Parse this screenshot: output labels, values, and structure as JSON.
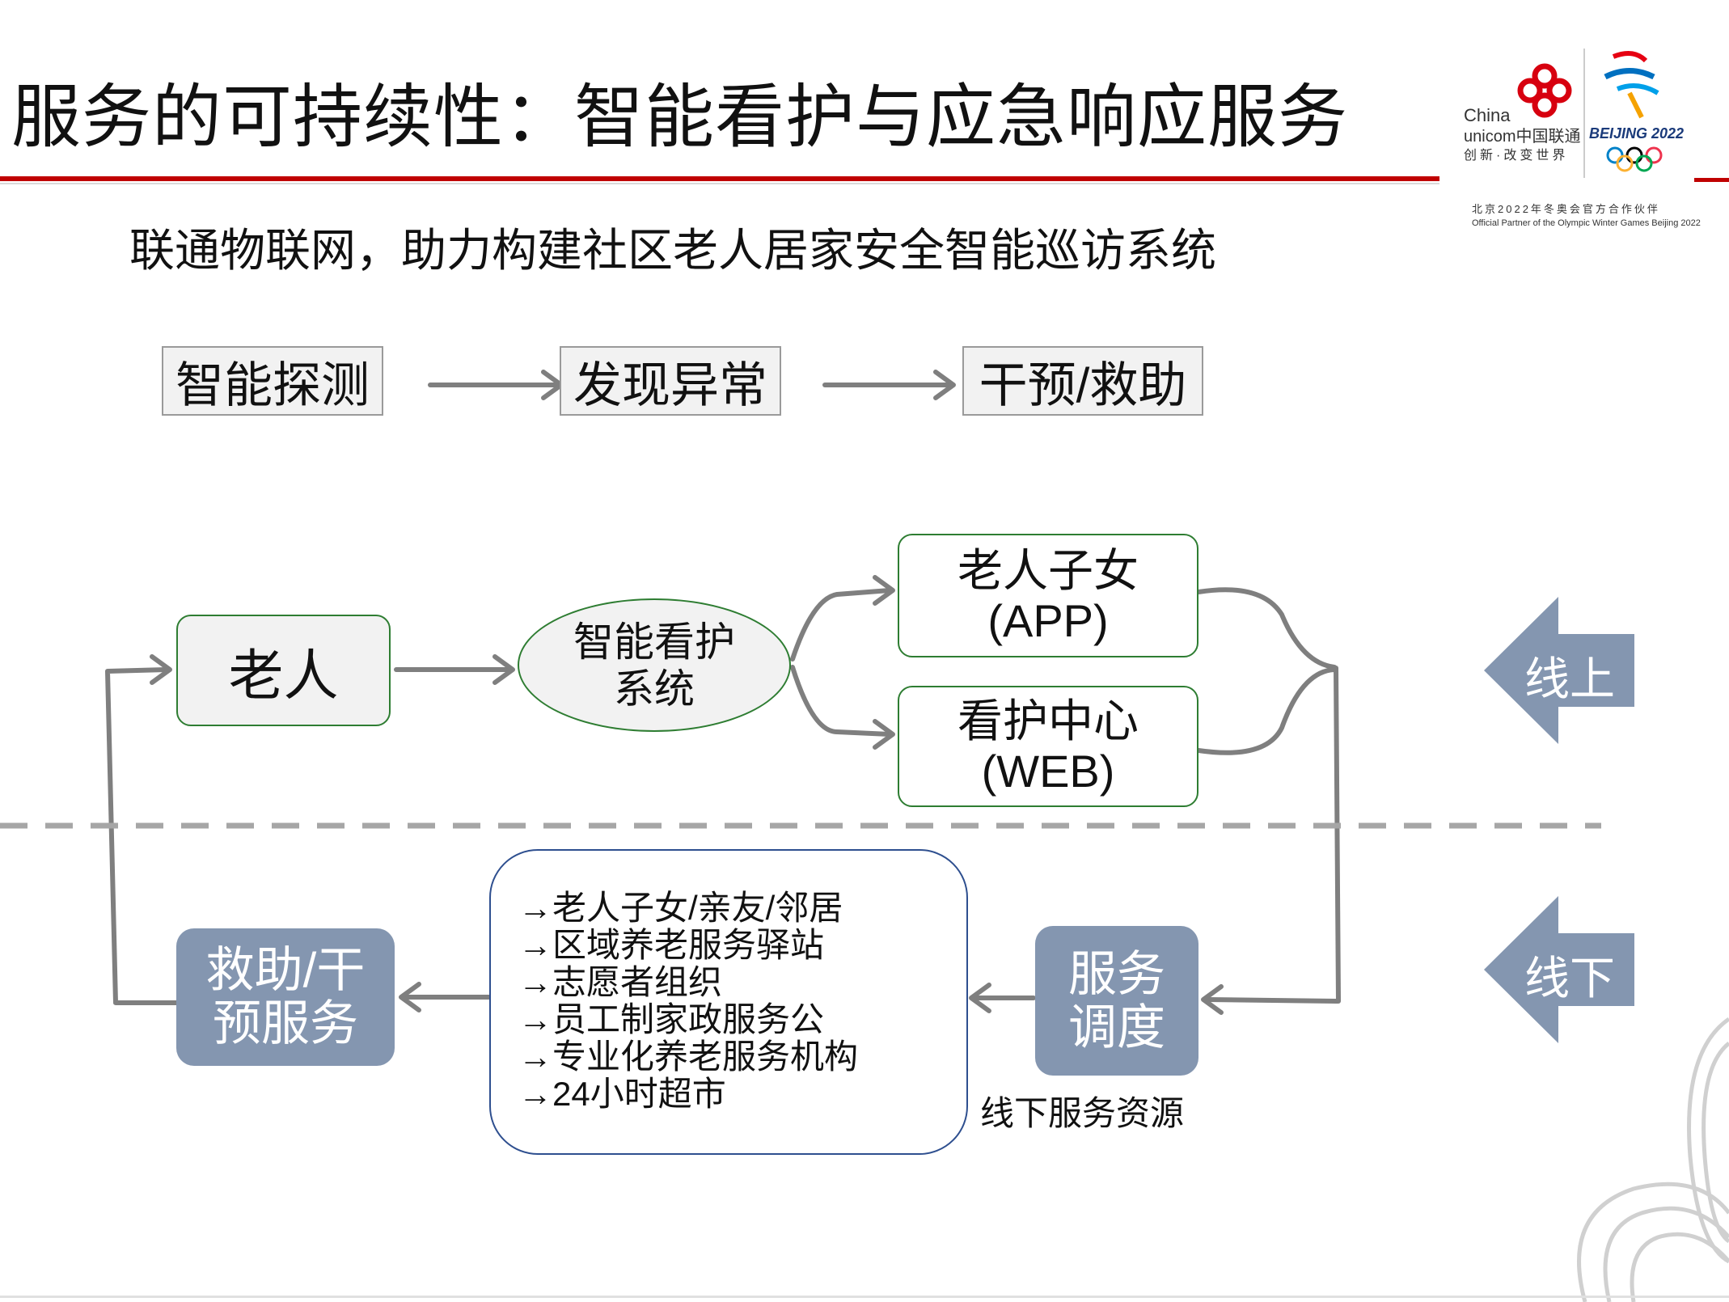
{
  "title": "服务的可持续性：智能看护与应急响应服务",
  "subtitle": "联通物联网，助力构建社区老人居家安全智能巡访系统",
  "steps": [
    "智能探测",
    "发现异常",
    "干预/救助"
  ],
  "nodes": {
    "elder": "老人",
    "system_line1": "智能看护",
    "system_line2": "系统",
    "children_line1": "老人子女",
    "children_line2": "(APP)",
    "center_line1": "看护中心",
    "center_line2": "(WEB)",
    "dispatch_line1": "服务",
    "dispatch_line2": "调度",
    "rescue_line1": "救助/干",
    "rescue_line2": "预服务"
  },
  "resources": [
    "→老人子女/亲友/邻居",
    "→区域养老服务驿站",
    "→志愿者组织",
    "→员工制家政服务公",
    "→专业化养老服务机构",
    "→24小时超市"
  ],
  "resources_caption": "线下服务资源",
  "zones": {
    "online": "线上",
    "offline": "线下"
  },
  "logo": {
    "unicom_en1": "China",
    "unicom_en2": "unicom中国联通",
    "unicom_slogan": "创新·改变世界",
    "beijing": "BEIJING 2022",
    "partner_cn": "北京2022年冬奥会官方合作伙伴",
    "partner_en": "Official Partner of the Olympic Winter Games Beijing 2022"
  },
  "colors": {
    "accent_red": "#c00000",
    "node_border": "#2e7d32",
    "blue_gray": "#8496b0",
    "connector": "#7f7f7f"
  }
}
